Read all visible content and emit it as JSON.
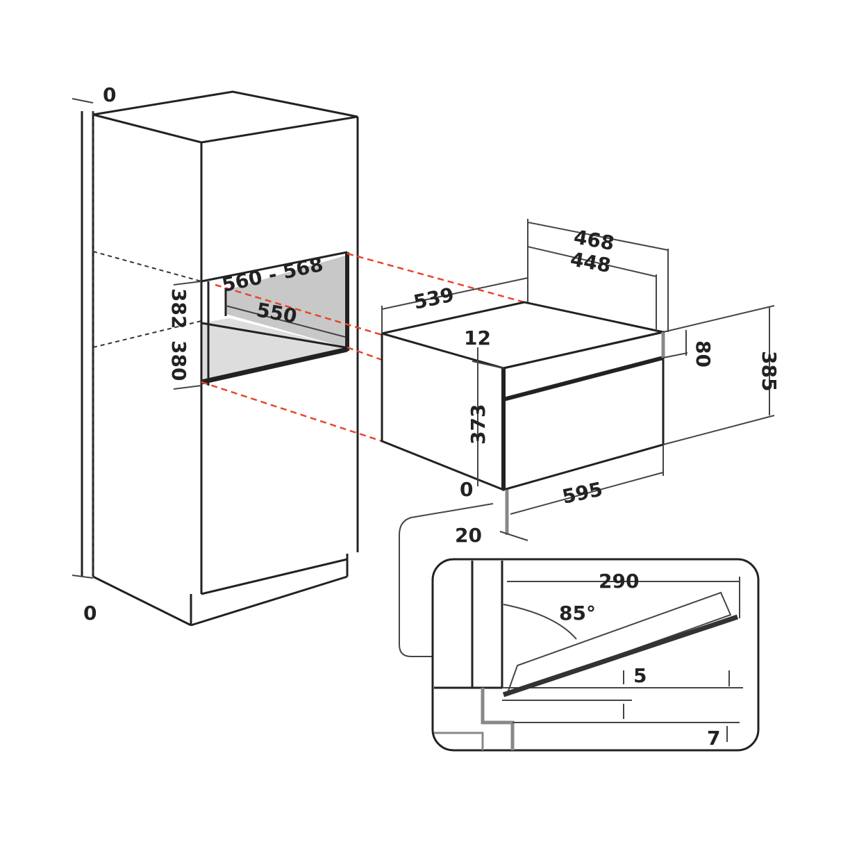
{
  "title": "Built-in oven installation dimensions",
  "colors": {
    "line": "#222222",
    "alignment": "#e8452a",
    "niche_fill": "#c8c8c8",
    "shelf_fill": "#dddddd"
  },
  "cabinet": {
    "top_gap": "0",
    "bottom_gap": "0",
    "niche_width": "560 - 568",
    "niche_depth": "550",
    "niche_height_upper": "382",
    "niche_height_lower": "380"
  },
  "appliance": {
    "width_top": "468",
    "width_inner": "448",
    "depth": "539",
    "top_offset": "12",
    "panel_height": "80",
    "total_height": "385",
    "body_height": "373",
    "bottom_gap": "0",
    "front_width": "595",
    "front_thickness": "20"
  },
  "detail": {
    "door_length": "290",
    "door_angle": "85°",
    "clearance_a": "5",
    "clearance_b": "7"
  }
}
